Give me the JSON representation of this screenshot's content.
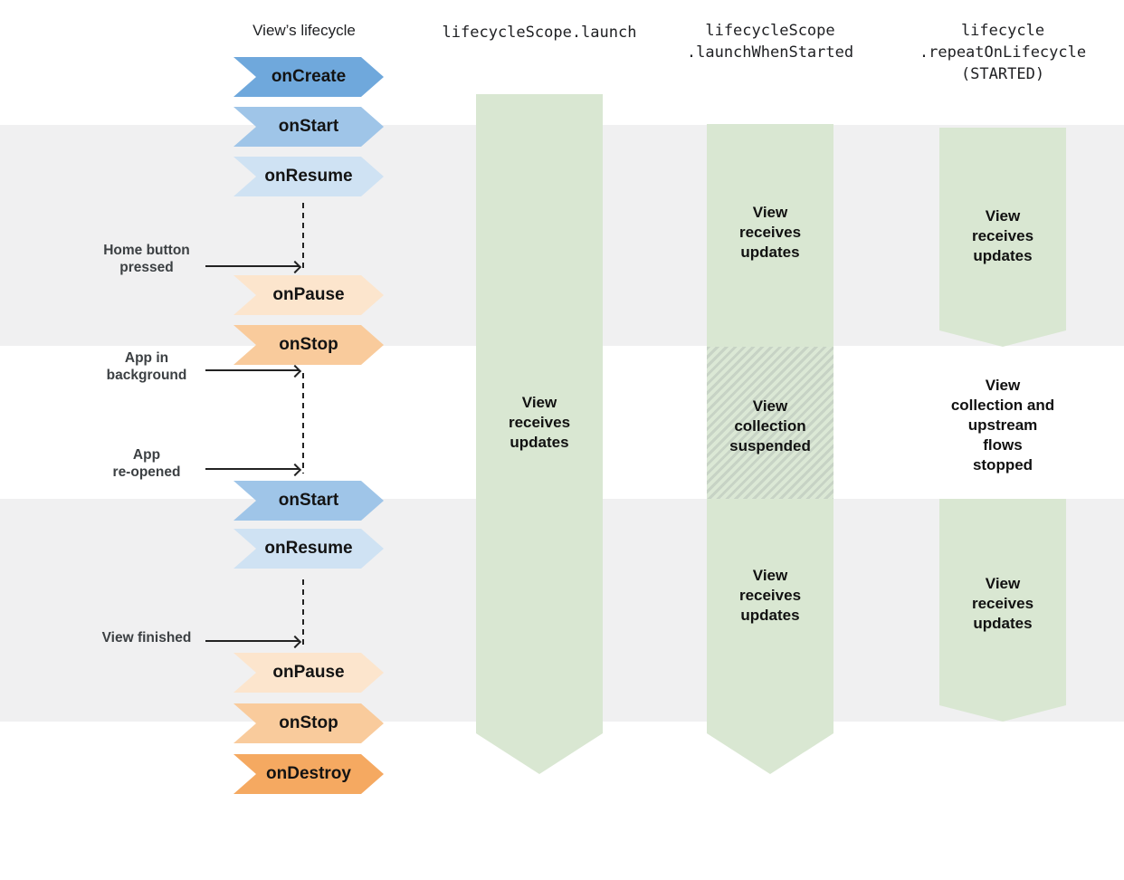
{
  "headers": {
    "lifecycle_column": "View’s lifecycle",
    "launch_column": "lifecycleScope.launch",
    "launch_when_started_column": "lifecycleScope\n.launchWhenStarted",
    "repeat_on_lifecycle_column": "lifecycle\n.repeatOnLifecycle\n(STARTED)"
  },
  "chevrons": [
    {
      "label": "onCreate",
      "color": "#6fa8dc"
    },
    {
      "label": "onStart",
      "color": "#9fc5e8"
    },
    {
      "label": "onResume",
      "color": "#cfe2f3"
    },
    {
      "label": "onPause",
      "color": "#fce5cd"
    },
    {
      "label": "onStop",
      "color": "#f9cb9c"
    },
    {
      "label": "onStart",
      "color": "#9fc5e8"
    },
    {
      "label": "onResume",
      "color": "#cfe2f3"
    },
    {
      "label": "onPause",
      "color": "#fce5cd"
    },
    {
      "label": "onStop",
      "color": "#f9cb9c"
    },
    {
      "label": "onDestroy",
      "color": "#f5a961"
    }
  ],
  "annotations": [
    {
      "label": "Home button\npressed"
    },
    {
      "label": "App in\nbackground"
    },
    {
      "label": "App\nre-opened"
    },
    {
      "label": "View finished"
    }
  ],
  "columns": {
    "launch": {
      "main": "View\nreceives\nupdates"
    },
    "launch_when_started": {
      "top": "View\nreceives\nupdates",
      "middle": "View\ncollection\nsuspended",
      "bottom": "View\nreceives\nupdates"
    },
    "repeat_on_lifecycle": {
      "top": "View\nreceives\nupdates",
      "middle": "View\ncollection and\nupstream\nflows\nstopped",
      "bottom": "View\nreceives\nupdates"
    }
  },
  "palette": {
    "bar_green": "#d9e7d2",
    "hatch_stripe": "#c7d3c5",
    "band_gray": "#f0f0f1",
    "blue_dark": "#6fa8dc",
    "blue_mid": "#9fc5e8",
    "blue_light": "#cfe2f3",
    "peach_light": "#fce5cd",
    "peach_mid": "#f9cb9c",
    "orange": "#f5a961",
    "text_dark": "#202124",
    "label_gray": "#3c4043"
  }
}
